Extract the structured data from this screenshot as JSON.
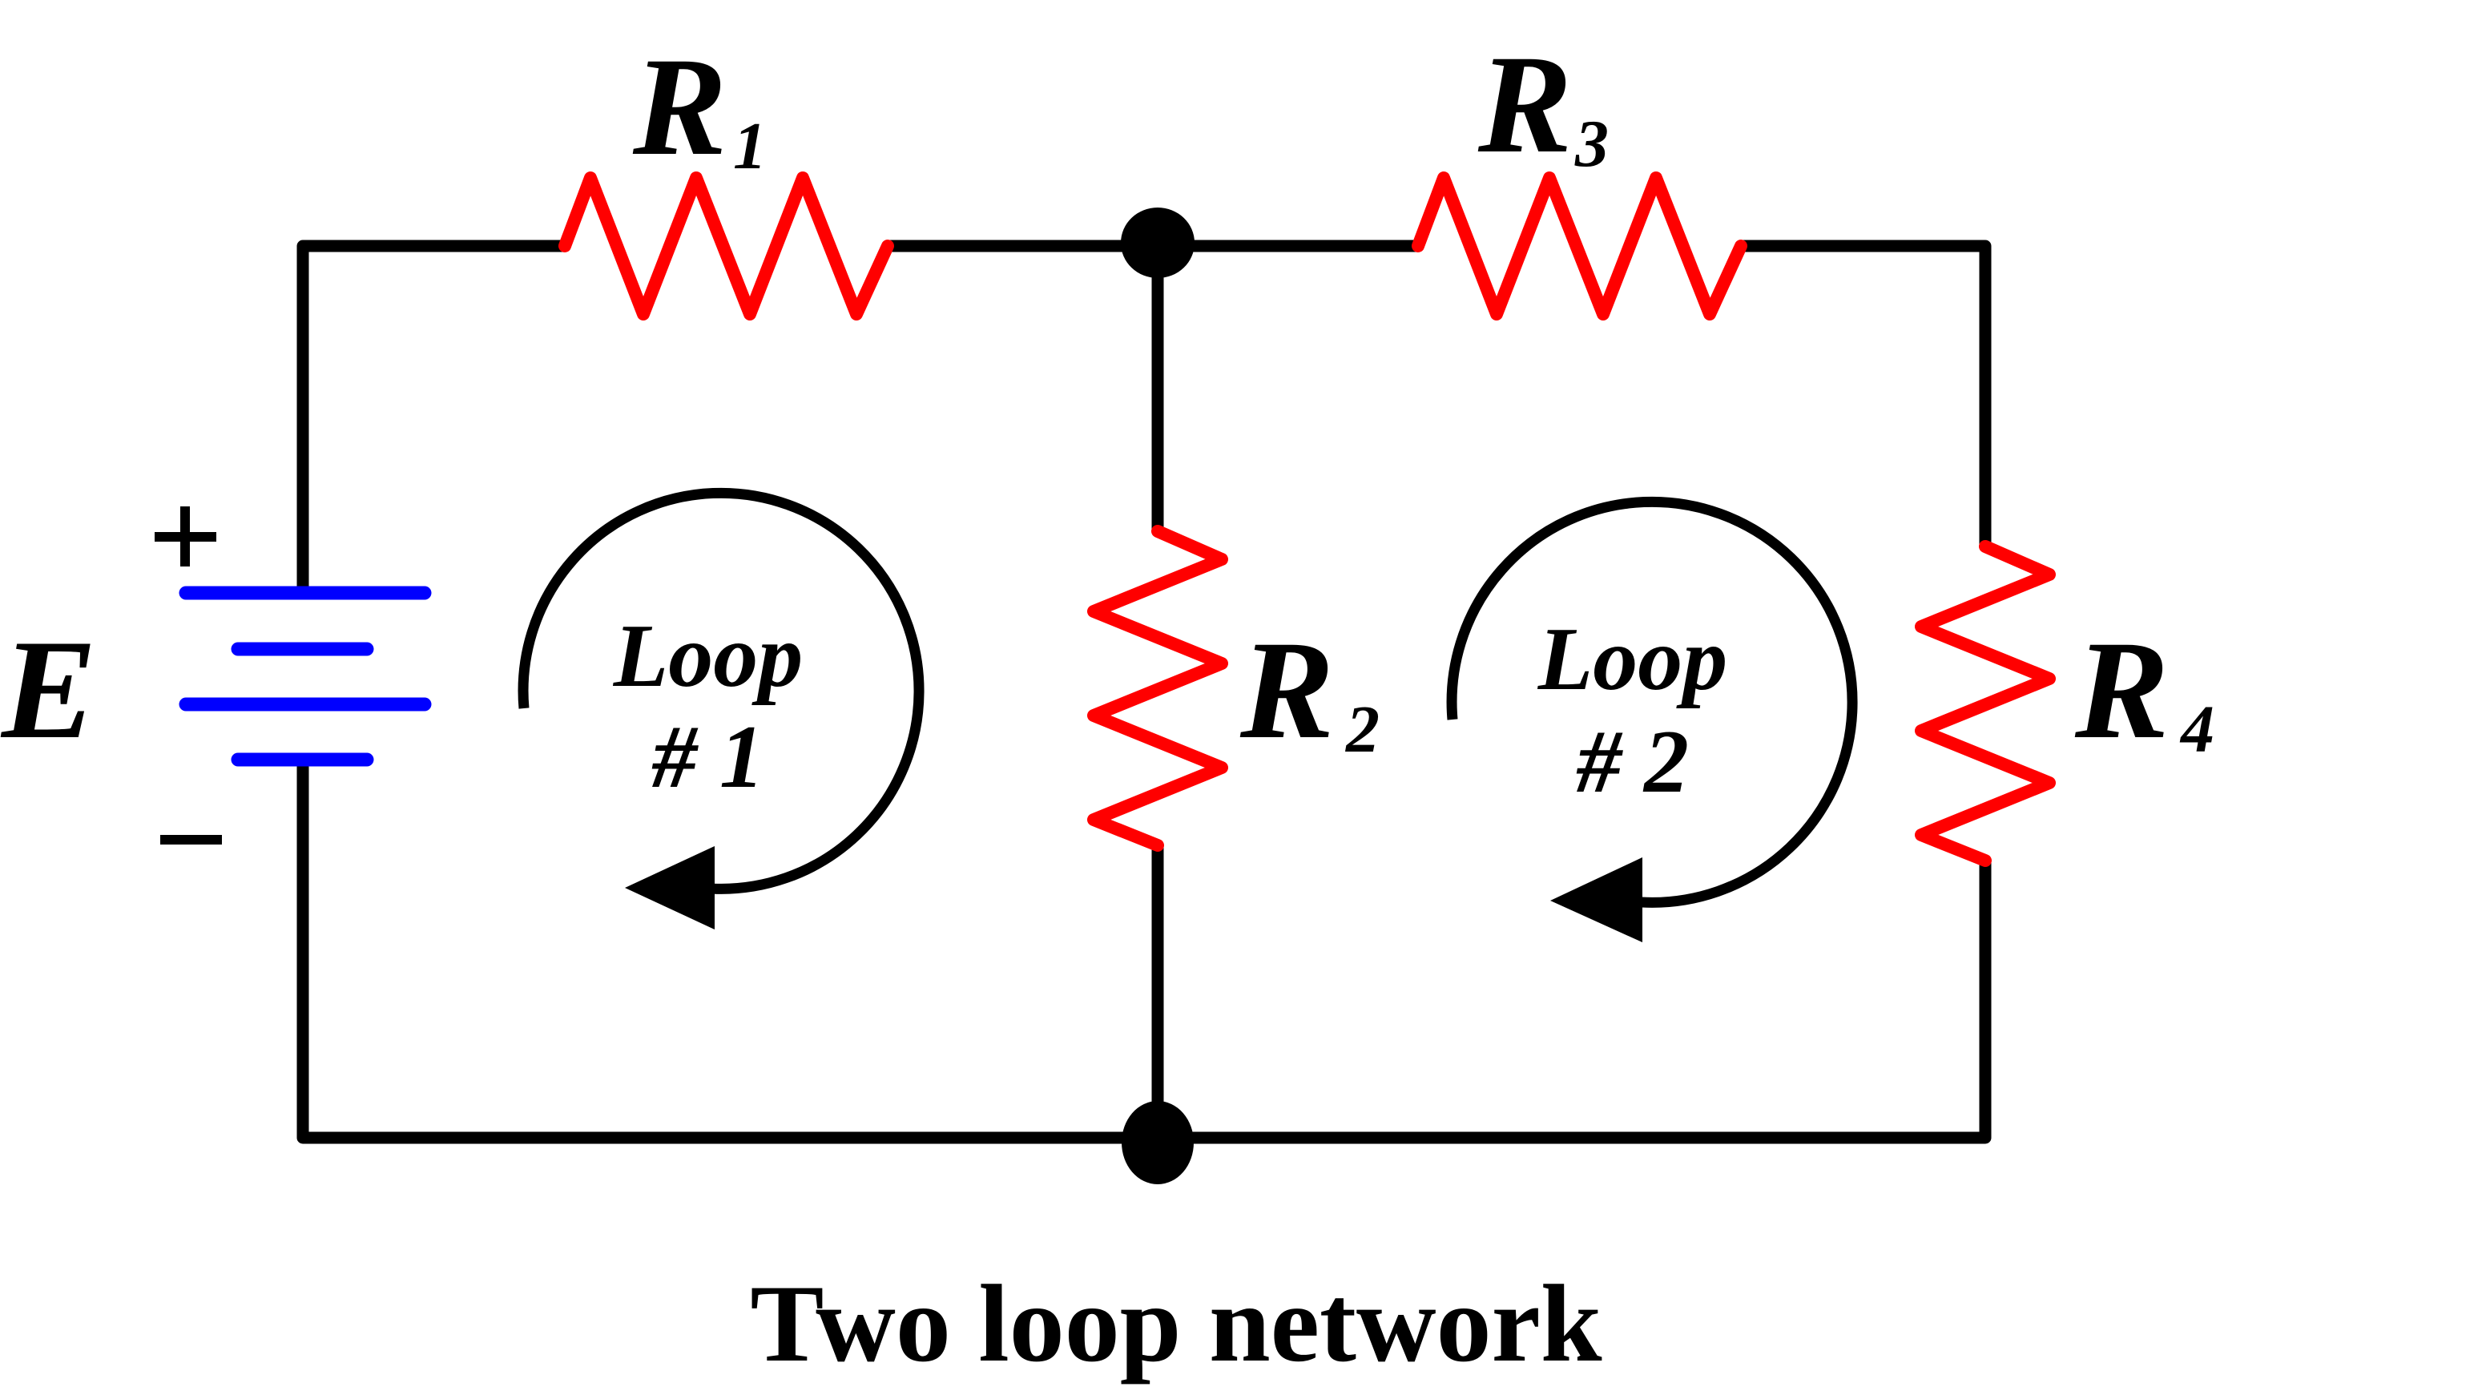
{
  "diagram": {
    "type": "circuit-schematic",
    "title": "Two loop network",
    "battery": {
      "label": "E",
      "plus": "+",
      "minus": "−"
    },
    "resistors": [
      {
        "id": "R1",
        "symbol": "R",
        "subscript": "1",
        "position": "top-left-branch"
      },
      {
        "id": "R2",
        "symbol": "R",
        "subscript": "2",
        "position": "middle-branch"
      },
      {
        "id": "R3",
        "symbol": "R",
        "subscript": "3",
        "position": "top-right-branch"
      },
      {
        "id": "R4",
        "symbol": "R",
        "subscript": "4",
        "position": "right-branch"
      }
    ],
    "loops": [
      {
        "id": "loop-1",
        "line1": "Loop",
        "line2": "# 1",
        "direction": "clockwise"
      },
      {
        "id": "loop-2",
        "line1": "Loop",
        "line2": "# 2",
        "direction": "clockwise"
      }
    ],
    "colors": {
      "wire": "#000000",
      "resistor": "#ff0000",
      "battery": "#0000ff",
      "text": "#000000",
      "background": "#ffffff"
    }
  }
}
